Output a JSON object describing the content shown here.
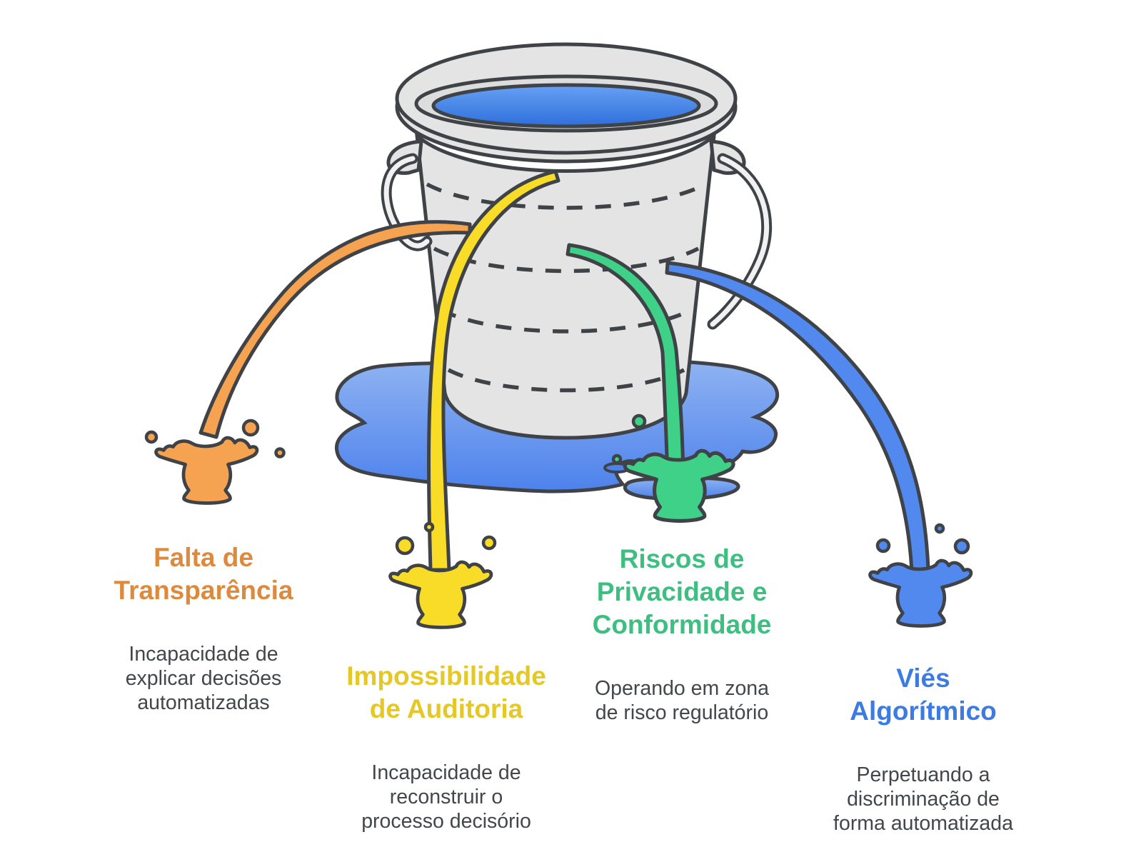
{
  "colors": {
    "background": "#FFFFFF",
    "outline": "#3F4347",
    "bucket_fill": "#E4E4E4",
    "bucket_shade": "#DDDDDD",
    "handle_fill": "#F1F1F1",
    "water_light": "#66A1F4",
    "water_dark": "#2F6FDB",
    "puddle_light": "#8FB3F2",
    "puddle_dark": "#4D82EC",
    "orange": "#F6A351",
    "orange_text": "#DD8A3E",
    "yellow": "#F8DC28",
    "yellow_text": "#E5C725",
    "green": "#3FD188",
    "green_text": "#3FBE82",
    "blue": "#5289EF",
    "blue_text": "#3C7BE2",
    "body_text": "#43464A"
  },
  "figure": {
    "bucket_icon": "leaky-bucket-icon",
    "water_icon": "water-surface",
    "puddle_icon": "spilled-water-puddle",
    "leak_icons": [
      "orange-leak-stream-splash",
      "yellow-leak-stream-splash",
      "green-leak-stream-splash",
      "blue-leak-stream-splash"
    ]
  },
  "labels": [
    {
      "heading": "Falta de\nTransparência",
      "description": "Incapacidade de\nexplicar decisões\nautomatizadas"
    },
    {
      "heading": "Impossibilidade\nde Auditoria",
      "description": "Incapacidade de\nreconstruir o\nprocesso decisório"
    },
    {
      "heading": "Riscos de\nPrivacidade e\nConformidade",
      "description": "Operando em zona\nde risco regulatório"
    },
    {
      "heading": "Viés\nAlgorítmico",
      "description": "Perpetuando a\ndiscriminação de\nforma automatizada"
    }
  ]
}
